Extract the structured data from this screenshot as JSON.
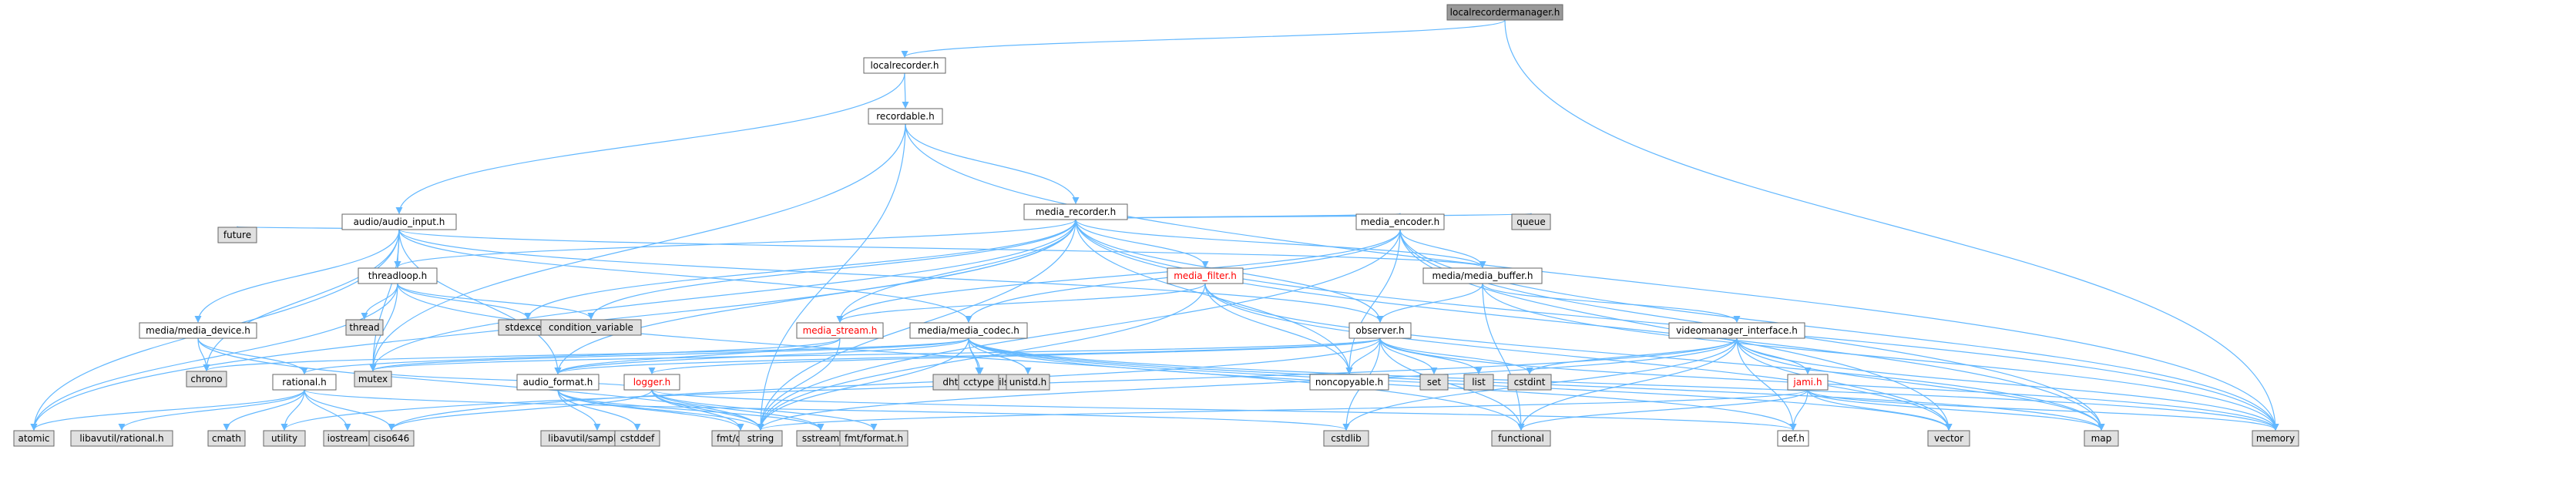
{
  "colors": {
    "root_fill": "#999999",
    "node_fill": "#ffffff",
    "system_fill": "#e0e0e0",
    "node_border": "#666666",
    "edge": "#63b8ff",
    "link_text": "#ff0000"
  },
  "graph": {
    "nodes": [
      {
        "id": "localrecordermanager",
        "label": "localrecordermanager.h",
        "kind": "root"
      },
      {
        "id": "localrecorder",
        "label": "localrecorder.h",
        "kind": "file"
      },
      {
        "id": "recordable",
        "label": "recordable.h",
        "kind": "file"
      },
      {
        "id": "media_recorder",
        "label": "media_recorder.h",
        "kind": "file"
      },
      {
        "id": "audio_input",
        "label": "audio/audio_input.h",
        "kind": "file"
      },
      {
        "id": "queue",
        "label": "queue",
        "kind": "system"
      },
      {
        "id": "media_encoder",
        "label": "media_encoder.h",
        "kind": "file"
      },
      {
        "id": "future",
        "label": "future",
        "kind": "system"
      },
      {
        "id": "threadloop",
        "label": "threadloop.h",
        "kind": "file"
      },
      {
        "id": "media_filter",
        "label": "media_filter.h",
        "kind": "red"
      },
      {
        "id": "media_buffer",
        "label": "media/media_buffer.h",
        "kind": "file"
      },
      {
        "id": "thread",
        "label": "thread",
        "kind": "system"
      },
      {
        "id": "stdexcept",
        "label": "stdexcept",
        "kind": "system"
      },
      {
        "id": "condition_variable",
        "label": "condition_variable",
        "kind": "system"
      },
      {
        "id": "media_device",
        "label": "media/media_device.h",
        "kind": "file"
      },
      {
        "id": "media_stream",
        "label": "media_stream.h",
        "kind": "red"
      },
      {
        "id": "media_codec",
        "label": "media/media_codec.h",
        "kind": "file"
      },
      {
        "id": "observer",
        "label": "observer.h",
        "kind": "file"
      },
      {
        "id": "videomanager_interface",
        "label": "videomanager_interface.h",
        "kind": "file"
      },
      {
        "id": "chrono",
        "label": "chrono",
        "kind": "system"
      },
      {
        "id": "rational",
        "label": "rational.h",
        "kind": "file"
      },
      {
        "id": "mutex",
        "label": "mutex",
        "kind": "system"
      },
      {
        "id": "audio_format",
        "label": "audio_format.h",
        "kind": "file"
      },
      {
        "id": "logger",
        "label": "logger.h",
        "kind": "red"
      },
      {
        "id": "dhtnet_ip_utils",
        "label": "dhtnet/ip_utils.h",
        "kind": "system"
      },
      {
        "id": "cctype",
        "label": "cctype",
        "kind": "system"
      },
      {
        "id": "unistd",
        "label": "unistd.h",
        "kind": "system"
      },
      {
        "id": "noncopyable",
        "label": "noncopyable.h",
        "kind": "file"
      },
      {
        "id": "set",
        "label": "set",
        "kind": "system"
      },
      {
        "id": "list",
        "label": "list",
        "kind": "system"
      },
      {
        "id": "cstdint",
        "label": "cstdint",
        "kind": "system"
      },
      {
        "id": "jami",
        "label": "jami.h",
        "kind": "red"
      },
      {
        "id": "atomic",
        "label": "atomic",
        "kind": "system"
      },
      {
        "id": "libavutil_rational",
        "label": "libavutil/rational.h",
        "kind": "system"
      },
      {
        "id": "cmath",
        "label": "cmath",
        "kind": "system"
      },
      {
        "id": "utility",
        "label": "utility",
        "kind": "system"
      },
      {
        "id": "iostream",
        "label": "iostream",
        "kind": "system"
      },
      {
        "id": "ciso646",
        "label": "ciso646",
        "kind": "system"
      },
      {
        "id": "libavutil_samplefmt",
        "label": "libavutil/samplefmt.h",
        "kind": "system"
      },
      {
        "id": "cstddef",
        "label": "cstddef",
        "kind": "system"
      },
      {
        "id": "fmt_core",
        "label": "fmt/core.h",
        "kind": "system"
      },
      {
        "id": "sstream",
        "label": "sstream",
        "kind": "system"
      },
      {
        "id": "string",
        "label": "string",
        "kind": "system"
      },
      {
        "id": "fmt_format",
        "label": "fmt/format.h",
        "kind": "system"
      },
      {
        "id": "cstdlib",
        "label": "cstdlib",
        "kind": "system"
      },
      {
        "id": "functional",
        "label": "functional",
        "kind": "system"
      },
      {
        "id": "def",
        "label": "def.h",
        "kind": "file"
      },
      {
        "id": "vector",
        "label": "vector",
        "kind": "system"
      },
      {
        "id": "map",
        "label": "map",
        "kind": "system"
      },
      {
        "id": "memory",
        "label": "memory",
        "kind": "system"
      }
    ],
    "edges": [
      [
        "localrecordermanager",
        "localrecorder"
      ],
      [
        "localrecordermanager",
        "memory"
      ],
      [
        "localrecorder",
        "recordable"
      ],
      [
        "localrecorder",
        "audio_input"
      ],
      [
        "recordable",
        "media_recorder"
      ],
      [
        "recordable",
        "string"
      ],
      [
        "recordable",
        "memory"
      ],
      [
        "recordable",
        "mutex"
      ],
      [
        "media_recorder",
        "queue"
      ],
      [
        "media_recorder",
        "media_encoder"
      ],
      [
        "media_recorder",
        "media_filter"
      ],
      [
        "media_recorder",
        "media_buffer"
      ],
      [
        "media_recorder",
        "media_stream"
      ],
      [
        "media_recorder",
        "observer"
      ],
      [
        "media_recorder",
        "noncopyable"
      ],
      [
        "media_recorder",
        "condition_variable"
      ],
      [
        "media_recorder",
        "stdexcept"
      ],
      [
        "media_recorder",
        "atomic"
      ],
      [
        "media_recorder",
        "string"
      ],
      [
        "media_recorder",
        "memory"
      ],
      [
        "media_recorder",
        "map"
      ],
      [
        "media_recorder",
        "mutex"
      ],
      [
        "media_recorder",
        "threadloop"
      ],
      [
        "media_recorder",
        "audio_format"
      ],
      [
        "audio_input",
        "future"
      ],
      [
        "audio_input",
        "threadloop"
      ],
      [
        "audio_input",
        "media_buffer"
      ],
      [
        "audio_input",
        "media_device"
      ],
      [
        "audio_input",
        "media_codec"
      ],
      [
        "audio_input",
        "chrono"
      ],
      [
        "audio_input",
        "atomic"
      ],
      [
        "audio_input",
        "mutex"
      ],
      [
        "audio_input",
        "audio_format"
      ],
      [
        "audio_input",
        "observer"
      ],
      [
        "threadloop",
        "thread"
      ],
      [
        "threadloop",
        "stdexcept"
      ],
      [
        "threadloop",
        "condition_variable"
      ],
      [
        "threadloop",
        "mutex"
      ],
      [
        "threadloop",
        "atomic"
      ],
      [
        "threadloop",
        "functional"
      ],
      [
        "media_device",
        "chrono"
      ],
      [
        "media_device",
        "rational"
      ],
      [
        "media_device",
        "string"
      ],
      [
        "media_encoder",
        "media_buffer"
      ],
      [
        "media_encoder",
        "media_stream"
      ],
      [
        "media_encoder",
        "media_codec"
      ],
      [
        "media_encoder",
        "noncopyable"
      ],
      [
        "media_encoder",
        "string"
      ],
      [
        "media_encoder",
        "memory"
      ],
      [
        "media_encoder",
        "map"
      ],
      [
        "media_encoder",
        "vector"
      ],
      [
        "media_filter",
        "media_stream"
      ],
      [
        "media_filter",
        "noncopyable"
      ],
      [
        "media_filter",
        "string"
      ],
      [
        "media_filter",
        "vector"
      ],
      [
        "media_filter",
        "map"
      ],
      [
        "media_buffer",
        "observer"
      ],
      [
        "media_buffer",
        "videomanager_interface"
      ],
      [
        "media_buffer",
        "memory"
      ],
      [
        "media_buffer",
        "functional"
      ],
      [
        "media_stream",
        "rational"
      ],
      [
        "media_stream",
        "audio_format"
      ],
      [
        "media_stream",
        "string"
      ],
      [
        "media_codec",
        "audio_format"
      ],
      [
        "media_codec",
        "dhtnet_ip_utils"
      ],
      [
        "media_codec",
        "cctype"
      ],
      [
        "media_codec",
        "unistd"
      ],
      [
        "media_codec",
        "string"
      ],
      [
        "media_codec",
        "vector"
      ],
      [
        "media_codec",
        "map"
      ],
      [
        "media_codec",
        "memory"
      ],
      [
        "media_codec",
        "mutex"
      ],
      [
        "media_codec",
        "chrono"
      ],
      [
        "media_codec",
        "def"
      ],
      [
        "observer",
        "noncopyable"
      ],
      [
        "observer",
        "set"
      ],
      [
        "observer",
        "list"
      ],
      [
        "observer",
        "cstdint"
      ],
      [
        "observer",
        "mutex"
      ],
      [
        "observer",
        "functional"
      ],
      [
        "observer",
        "ciso646"
      ],
      [
        "observer",
        "memory"
      ],
      [
        "observer",
        "cstdlib"
      ],
      [
        "observer",
        "logger"
      ],
      [
        "observer",
        "audio_format"
      ],
      [
        "videomanager_interface",
        "jami"
      ],
      [
        "videomanager_interface",
        "def"
      ],
      [
        "videomanager_interface",
        "cstdint"
      ],
      [
        "videomanager_interface",
        "cstdlib"
      ],
      [
        "videomanager_interface",
        "functional"
      ],
      [
        "videomanager_interface",
        "vector"
      ],
      [
        "videomanager_interface",
        "map"
      ],
      [
        "videomanager_interface",
        "memory"
      ],
      [
        "videomanager_interface",
        "string"
      ],
      [
        "videomanager_interface",
        "utility"
      ],
      [
        "rational",
        "atomic"
      ],
      [
        "rational",
        "libavutil_rational"
      ],
      [
        "rational",
        "cmath"
      ],
      [
        "rational",
        "utility"
      ],
      [
        "rational",
        "iostream"
      ],
      [
        "rational",
        "ciso646"
      ],
      [
        "rational",
        "cstdlib"
      ],
      [
        "audio_format",
        "libavutil_samplefmt"
      ],
      [
        "audio_format",
        "cstddef"
      ],
      [
        "audio_format",
        "fmt_core"
      ],
      [
        "audio_format",
        "sstream"
      ],
      [
        "audio_format",
        "string"
      ],
      [
        "logger",
        "fmt_core"
      ],
      [
        "logger",
        "fmt_format"
      ],
      [
        "logger",
        "sstream"
      ],
      [
        "logger",
        "string"
      ],
      [
        "logger",
        "mutex"
      ],
      [
        "logger",
        "ciso646"
      ],
      [
        "logger",
        "def"
      ],
      [
        "jami",
        "def"
      ],
      [
        "jami",
        "string"
      ],
      [
        "jami",
        "vector"
      ],
      [
        "jami",
        "functional"
      ],
      [
        "jami",
        "map"
      ],
      [
        "jami",
        "memory"
      ]
    ]
  }
}
